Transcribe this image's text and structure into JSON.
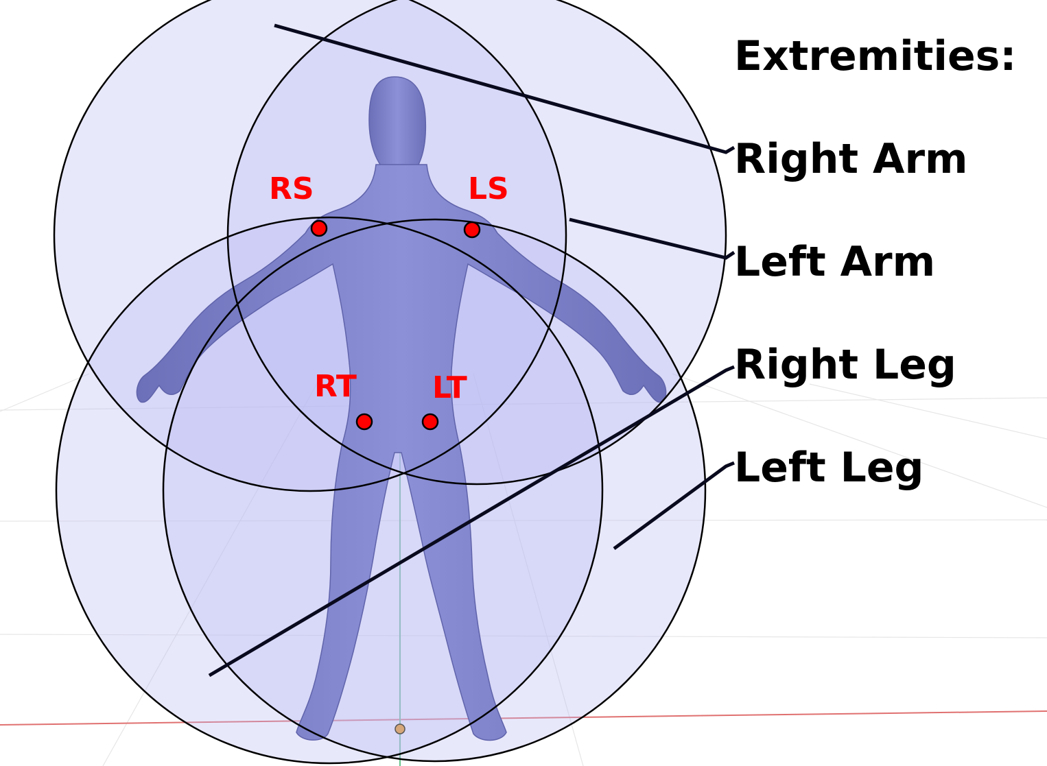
{
  "title": "Extremities:",
  "extremities": [
    {
      "key": "right-arm",
      "label": "Right Arm"
    },
    {
      "key": "left-arm",
      "label": "Left Arm"
    },
    {
      "key": "right-leg",
      "label": "Right Leg"
    },
    {
      "key": "left-leg",
      "label": "Left Leg"
    }
  ],
  "markers": [
    {
      "key": "right-shoulder",
      "label": "RS"
    },
    {
      "key": "left-shoulder",
      "label": "LS"
    },
    {
      "key": "right-thigh",
      "label": "RT"
    },
    {
      "key": "left-thigh",
      "label": "LT"
    }
  ],
  "colors": {
    "marker": "#ff0000",
    "reach_sphere_fill": "#b8b8f4",
    "figure": "#7a7fcc",
    "outline": "#000000",
    "floor_x_axis": "#e07070",
    "floor_z_axis": "#66c089",
    "floor_grid": "#e4e4e4"
  }
}
